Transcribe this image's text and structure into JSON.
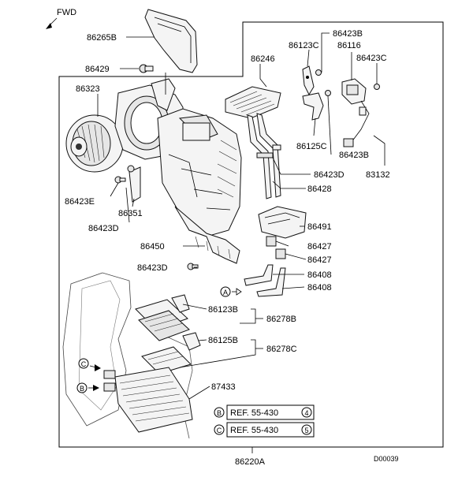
{
  "labels": {
    "fwd": "FWD",
    "p86265B": "86265B",
    "p86429": "86429",
    "p86246": "86246",
    "p86423B_top": "86423B",
    "p86123C": "86123C",
    "p86116": "86116",
    "p86423C": "86423C",
    "p86323": "86323",
    "p86125C": "86125C",
    "p86423B_mid": "86423B",
    "p86423D_a": "86423D",
    "p83132": "83132",
    "p86428": "86428",
    "p86423E": "86423E",
    "p86351": "86351",
    "p86423D_b": "86423D",
    "p86491": "86491",
    "p86450": "86450",
    "p86427_a": "86427",
    "p86427_b": "86427",
    "p86423D_c": "86423D",
    "p86408_a": "86408",
    "p86408_b": "86408",
    "p86123B": "86123B",
    "p86278B": "86278B",
    "p86125B": "86125B",
    "p86278C": "86278C",
    "p87433": "87433",
    "p86220A": "86220A",
    "diagram_code": "D00039"
  },
  "markers": {
    "a": "A",
    "b": "B",
    "c": "C"
  },
  "refs": [
    {
      "marker": "B",
      "text": "REF. 55-430",
      "num": "4"
    },
    {
      "marker": "C",
      "text": "REF. 55-430",
      "num": "5"
    }
  ]
}
